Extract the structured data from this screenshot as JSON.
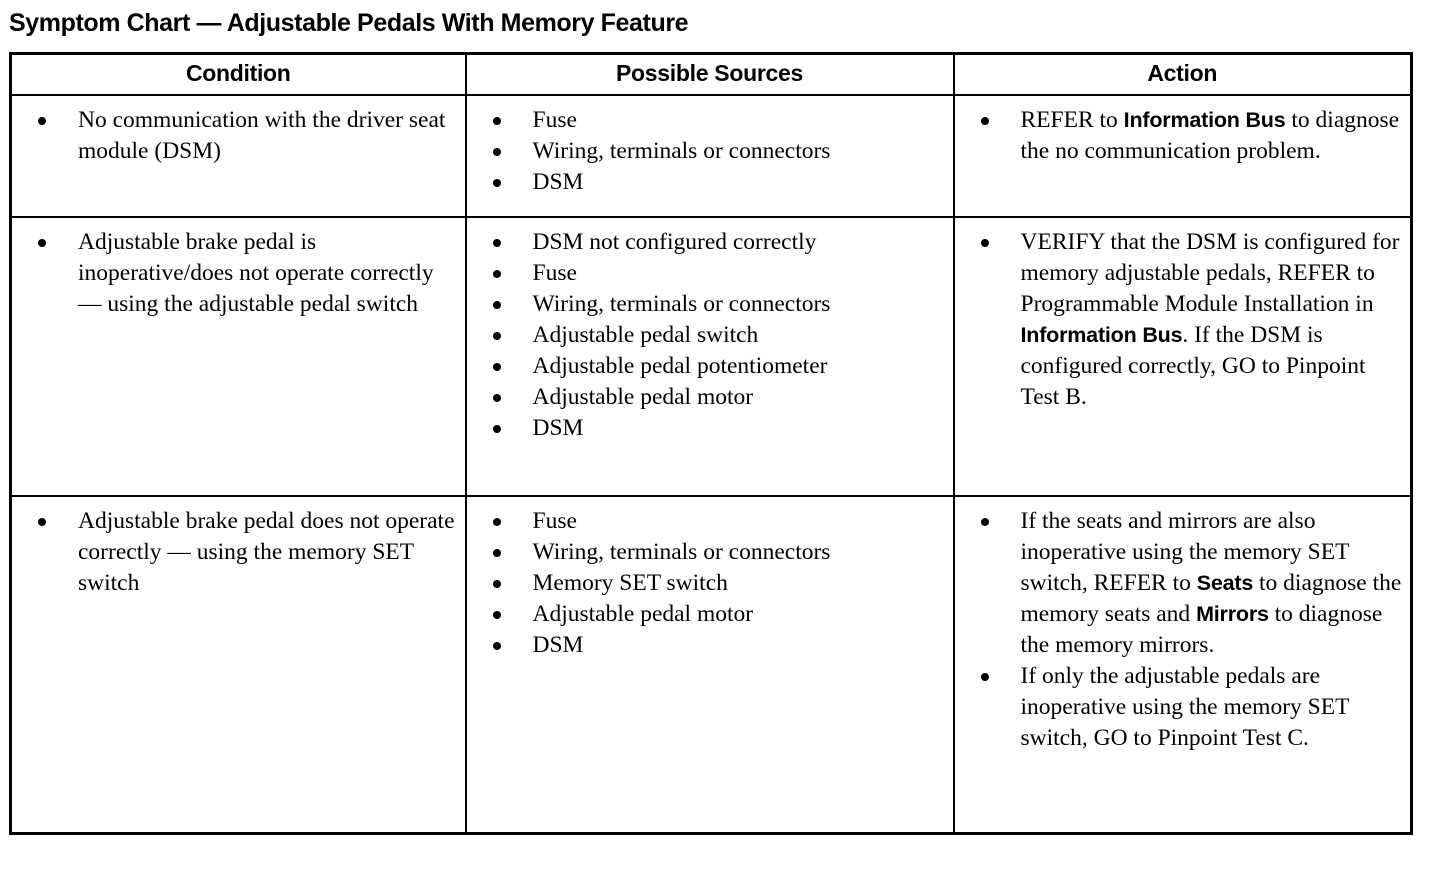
{
  "document": {
    "title": "Symptom Chart — Adjustable Pedals With Memory Feature"
  },
  "table": {
    "columns": [
      {
        "key": "condition",
        "label": "Condition"
      },
      {
        "key": "sources",
        "label": "Possible Sources"
      },
      {
        "key": "action",
        "label": "Action"
      }
    ],
    "rows": [
      {
        "condition": [
          "No communication with the driver seat module (DSM)"
        ],
        "sources": [
          "Fuse",
          "Wiring, terminals or connectors",
          "DSM"
        ],
        "action": [
          {
            "segments": [
              {
                "text": "REFER to ",
                "style": "normal"
              },
              {
                "text": "Information Bus",
                "style": "xref"
              },
              {
                "text": " to diagnose the no communication problem.",
                "style": "normal"
              }
            ]
          }
        ]
      },
      {
        "condition": [
          "Adjustable brake pedal is inoperative/does not operate correctly — using the adjustable pedal switch"
        ],
        "sources": [
          "DSM not configured correctly",
          "Fuse",
          "Wiring, terminals or connectors",
          "Adjustable pedal switch",
          "Adjustable pedal potentiometer",
          "Adjustable pedal motor",
          "DSM"
        ],
        "action": [
          {
            "segments": [
              {
                "text": "VERIFY that the DSM is configured for memory adjustable pedals, REFER to Programmable Module Installation in ",
                "style": "normal"
              },
              {
                "text": "Information Bus",
                "style": "xref"
              },
              {
                "text": ". If the DSM is configured correctly,  GO to Pinpoint Test B.",
                "style": "normal"
              }
            ]
          }
        ]
      },
      {
        "condition": [
          "Adjustable brake pedal does not operate correctly — using the memory SET switch"
        ],
        "sources": [
          "Fuse",
          "Wiring, terminals or connectors",
          "Memory SET switch",
          "Adjustable pedal motor",
          "DSM"
        ],
        "action": [
          {
            "segments": [
              {
                "text": "If the seats and mirrors are also inoperative using the memory SET switch, REFER to ",
                "style": "normal"
              },
              {
                "text": "Seats",
                "style": "xref"
              },
              {
                "text": " to diagnose the memory seats and ",
                "style": "normal"
              },
              {
                "text": "Mirrors",
                "style": "xref"
              },
              {
                "text": " to diagnose the memory mirrors.",
                "style": "normal"
              }
            ]
          },
          {
            "segments": [
              {
                "text": "If only the adjustable pedals are inoperative using the memory SET switch, GO to Pinpoint Test C.",
                "style": "normal"
              }
            ]
          }
        ]
      }
    ]
  }
}
